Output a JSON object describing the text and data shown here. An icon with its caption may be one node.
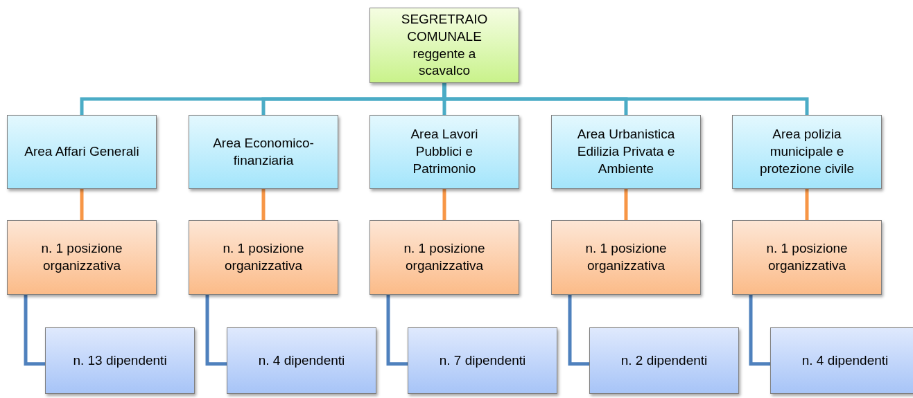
{
  "diagram": {
    "nodes": [
      {
        "text": [
          "SEGRETRAIO COMUNALE reggente a scavalco"
        ]
      },
      {
        "text": [
          "Area Affari Generali"
        ]
      },
      {
        "text": [
          "Area Economico-finanziaria"
        ]
      },
      {
        "text": [
          "Area Lavori Pubblici e Patrimonio"
        ]
      },
      {
        "text": [
          "Area Urbanistica Edilizia Privata e Ambiente"
        ]
      },
      {
        "text": [
          "Area polizia municipale e protezione civile"
        ]
      },
      {
        "text": [
          "n. 1 posizione organizzativa"
        ]
      },
      {
        "text": [
          "n. 1 posizione organizzativa"
        ]
      },
      {
        "text": [
          "n. 1 posizione organizzativa"
        ]
      },
      {
        "text": [
          "n. 1 posizione organizzativa"
        ]
      },
      {
        "text": [
          "n. 1 posizione organizzativa"
        ]
      },
      {
        "text": [
          "n. 13 dipendenti"
        ]
      },
      {
        "text": [
          "n. 4 dipendenti"
        ]
      },
      {
        "text": [
          "n. 7 dipendenti"
        ]
      },
      {
        "text": [
          "n. 2 dipendenti"
        ]
      },
      {
        "text": [
          "n. 4 dipendenti"
        ]
      }
    ],
    "edges": [
      {
        "from": 0,
        "to": 1,
        "arrow": "none",
        "color": "#4bacc6"
      },
      {
        "from": 0,
        "to": 2,
        "arrow": "none",
        "color": "#4bacc6"
      },
      {
        "from": 0,
        "to": 3,
        "arrow": "none",
        "color": "#4bacc6"
      },
      {
        "from": 0,
        "to": 4,
        "arrow": "none",
        "color": "#4bacc6"
      },
      {
        "from": 0,
        "to": 5,
        "arrow": "none",
        "color": "#4bacc6"
      },
      {
        "from": 1,
        "to": 6,
        "arrow": "none",
        "color": "#f79646"
      },
      {
        "from": 2,
        "to": 7,
        "arrow": "none",
        "color": "#f79646"
      },
      {
        "from": 3,
        "to": 8,
        "arrow": "none",
        "color": "#f79646"
      },
      {
        "from": 4,
        "to": 9,
        "arrow": "none",
        "color": "#f79646"
      },
      {
        "from": 5,
        "to": 10,
        "arrow": "none",
        "color": "#f79646"
      },
      {
        "from": 6,
        "to": 11,
        "arrow": "none",
        "color": "#4f81bd"
      },
      {
        "from": 7,
        "to": 12,
        "arrow": "none",
        "color": "#4f81bd"
      },
      {
        "from": 8,
        "to": 13,
        "arrow": "none",
        "color": "#4f81bd"
      },
      {
        "from": 9,
        "to": 14,
        "arrow": "none",
        "color": "#4f81bd"
      },
      {
        "from": 10,
        "to": 15,
        "arrow": "none",
        "color": "#4f81bd"
      }
    ]
  }
}
